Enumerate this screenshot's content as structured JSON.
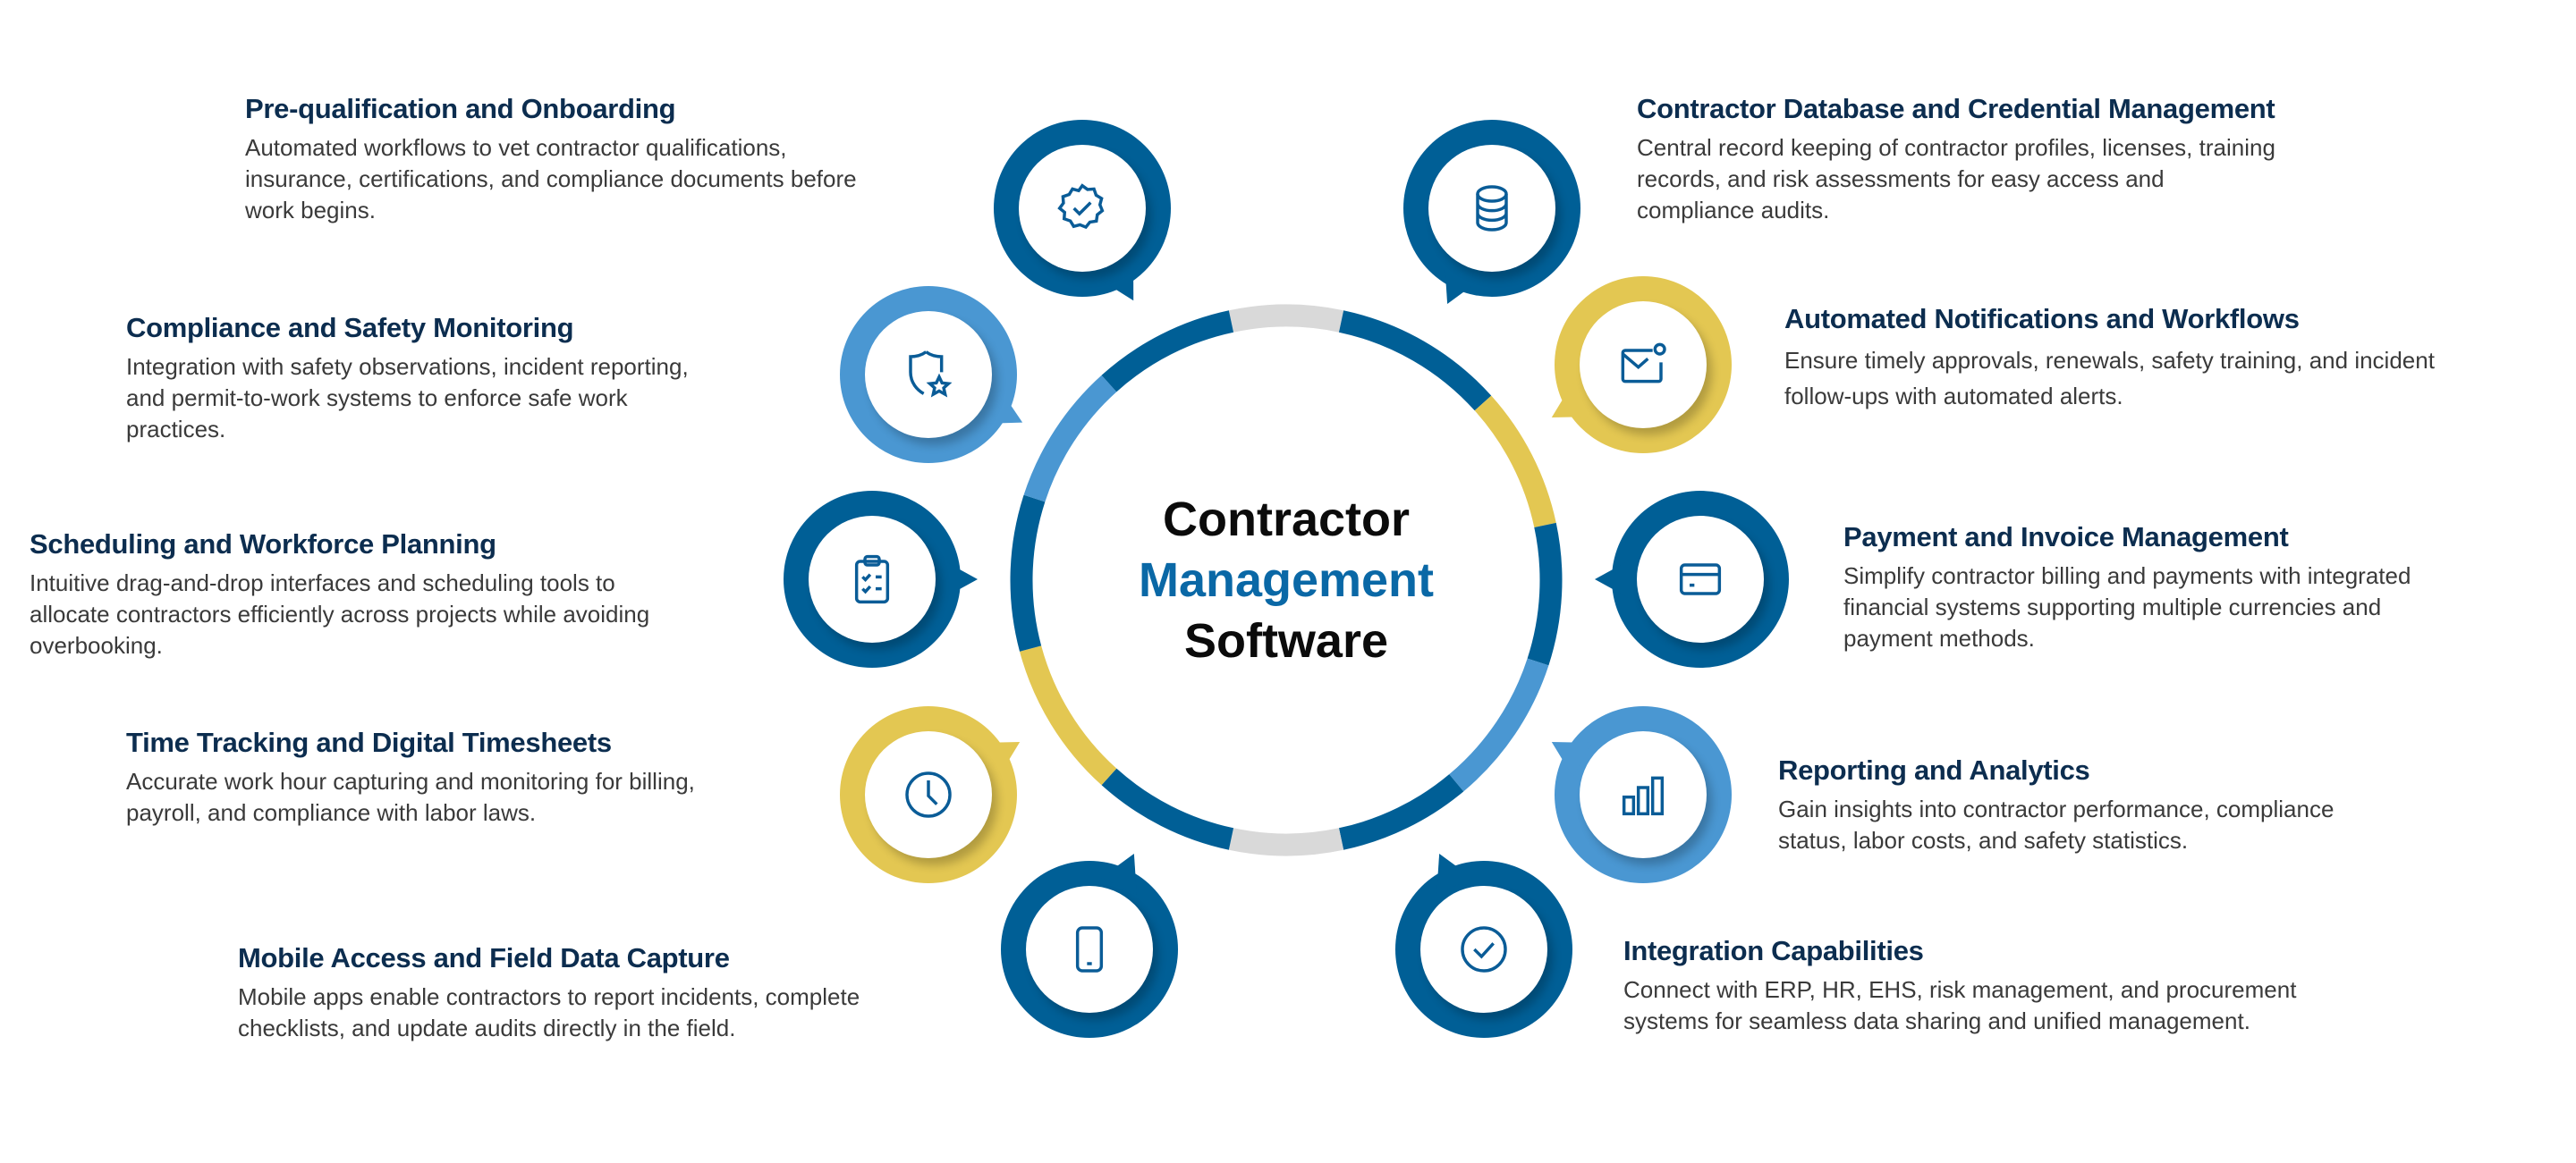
{
  "center": {
    "line1": "Contractor",
    "line2": "Management",
    "line3": "Software"
  },
  "colors": {
    "dark_blue": "#005f96",
    "light_blue": "#4a97d2",
    "yellow": "#e3c752",
    "gray": "#d9d9d9",
    "title": "#0c2d4f"
  },
  "features": [
    {
      "icon": "badge-check-icon",
      "title": "Pre-qualification and Onboarding",
      "lines": [
        "Automated workflows to vet contractor qualifications,",
        "insurance, certifications, and compliance documents before",
        "work begins."
      ]
    },
    {
      "icon": "shield-star-icon",
      "title": "Compliance and Safety Monitoring",
      "lines": [
        "Integration with safety observations, incident reporting,",
        "and permit-to-work systems to enforce safe work",
        "practices."
      ]
    },
    {
      "icon": "clipboard-checklist-icon",
      "title": "Scheduling and Workforce Planning",
      "lines": [
        "Intuitive drag-and-drop interfaces and scheduling tools to",
        "allocate contractors efficiently across projects while avoiding",
        "overbooking."
      ]
    },
    {
      "icon": "clock-icon",
      "title": "Time Tracking and Digital Timesheets",
      "lines": [
        "Accurate work hour capturing and monitoring for billing,",
        "payroll, and compliance with labor laws."
      ]
    },
    {
      "icon": "mobile-phone-icon",
      "title": "Mobile Access and Field Data Capture",
      "lines": [
        "Mobile apps enable contractors to report incidents, complete",
        "checklists, and update audits directly in the field."
      ]
    },
    {
      "icon": "database-icon",
      "title": "Contractor Database and Credential Management",
      "lines": [
        "Central record keeping of contractor profiles, licenses, training",
        "records, and risk assessments for easy access and",
        "compliance audits."
      ]
    },
    {
      "icon": "envelope-notification-icon",
      "title": "Automated Notifications and Workflows",
      "lines": [
        "Ensure timely approvals, renewals, safety training, and incident",
        "follow-ups with automated alerts."
      ]
    },
    {
      "icon": "credit-card-icon",
      "title": "Payment and Invoice Management",
      "lines": [
        "Simplify contractor billing and payments with integrated",
        "financial systems supporting multiple currencies and",
        "payment methods."
      ]
    },
    {
      "icon": "bar-chart-icon",
      "title": "Reporting and Analytics",
      "lines": [
        "Gain insights into contractor performance, compliance",
        "status, labor costs, and safety statistics."
      ]
    },
    {
      "icon": "check-circle-icon",
      "title": "Integration Capabilities",
      "lines": [
        "Connect with ERP, HR, EHS, risk management, and procurement",
        "systems for seamless data sharing and unified management."
      ]
    }
  ]
}
